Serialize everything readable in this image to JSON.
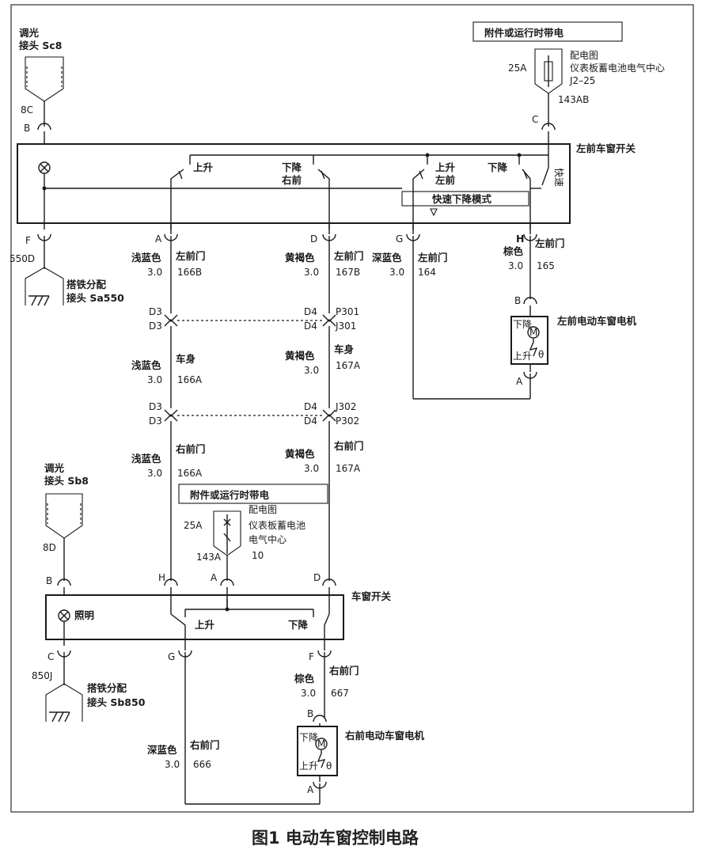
{
  "caption": "图1  电动车窗控制电路",
  "top_left_source": {
    "line1": "调光",
    "line2": "接头  Sc8",
    "circuit": "8C",
    "pin": "B"
  },
  "power_top": {
    "header": "附件或运行时带电",
    "fuse": "25A",
    "ref1": "配电图",
    "ref2": "仪表板蓄电池电气中心",
    "ref3": "J2–25",
    "circuit": "143AB",
    "pin": "C"
  },
  "left_switch": {
    "title": "左前车窗开关",
    "up": "上升",
    "down": "下降",
    "right_front": "右前",
    "up2": "上升",
    "left_front": "左前",
    "down2": "下降",
    "express": "快速下降模式",
    "express_label": "快速"
  },
  "left_ground": {
    "pin": "F",
    "circuit": "550D",
    "line1": "搭铁分配",
    "line2": "接头  Sa550"
  },
  "wires_top": [
    {
      "pin": "A",
      "color": "浅蓝色",
      "loc": "左前门",
      "size": "3.0",
      "circuit": "166B"
    },
    {
      "pin": "D",
      "color": "黄褐色",
      "loc": "左前门",
      "size": "3.0",
      "circuit": "167B"
    },
    {
      "pin": "G",
      "color": "深蓝色",
      "loc": "左前门",
      "size": "3.0",
      "circuit": "164"
    },
    {
      "pin": "H",
      "color": "棕色",
      "loc": "左前门",
      "size": "3.0",
      "circuit": "165"
    }
  ],
  "connector1": {
    "a_top": "D3",
    "a_bot": "D3",
    "b_top": "D4",
    "b_bot": "D4",
    "name_top": "P301",
    "name_bot": "J301"
  },
  "wires_mid": [
    {
      "color": "浅蓝色",
      "loc": "车身",
      "size": "3.0",
      "circuit": "166A"
    },
    {
      "color": "黄褐色",
      "loc": "车身",
      "size": "3.0",
      "circuit": "167A"
    }
  ],
  "connector2": {
    "a_top": "D3",
    "a_bot": "D3",
    "b_top": "D4",
    "b_bot": "D4",
    "name_top": "J302",
    "name_bot": "P302"
  },
  "wires_low": [
    {
      "color": "浅蓝色",
      "loc": "右前门",
      "size": "3.0",
      "circuit": "166A"
    },
    {
      "color": "黄褐色",
      "loc": "右前门",
      "size": "3.0",
      "circuit": "167A"
    }
  ],
  "left_motor": {
    "title": "左前电动车窗电机",
    "pin_top": "B",
    "pin_bot": "A",
    "down": "下降",
    "up": "上升",
    "m": "M"
  },
  "power_bottom": {
    "header": "附件或运行时带电",
    "fuse": "25A",
    "ref1": "配电图",
    "ref2": "仪表板蓄电池",
    "ref3": "电气中心",
    "ref4": "10",
    "circuit": "143A",
    "pin": "A"
  },
  "bottom_left_source": {
    "line1": "调光",
    "line2": "接头  Sb8",
    "circuit": "8D",
    "pin": "B"
  },
  "right_switch": {
    "title": "车窗开关",
    "lamp": "照明",
    "up": "上升",
    "down": "下降",
    "pin_h": "H",
    "pin_d": "D",
    "pin_g": "G",
    "pin_f": "F",
    "pin_c": "C"
  },
  "bottom_ground": {
    "circuit": "850J",
    "line1": "搭铁分配",
    "line2": "接头  Sb850"
  },
  "wire_667": {
    "color": "棕色",
    "loc": "右前门",
    "size": "3.0",
    "circuit": "667"
  },
  "wire_666": {
    "color": "深蓝色",
    "loc": "右前门",
    "size": "3.0",
    "circuit": "666"
  },
  "right_motor": {
    "title": "右前电动车窗电机",
    "pin_top": "B",
    "pin_bot": "A",
    "down": "下降",
    "up": "上升",
    "m": "M"
  }
}
